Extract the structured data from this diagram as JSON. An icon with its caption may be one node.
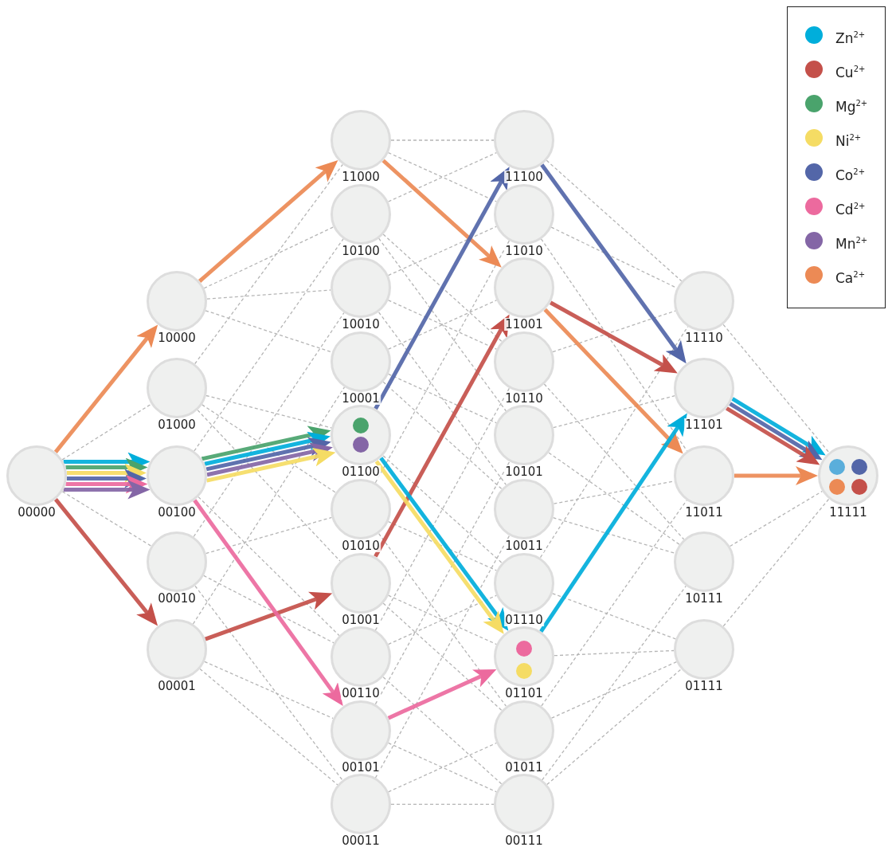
{
  "diagram": {
    "nodes": [
      {
        "text": [
          "00000"
        ]
      },
      {
        "text": [
          "10000"
        ]
      },
      {
        "text": [
          "01000"
        ]
      },
      {
        "text": [
          "00100"
        ]
      },
      {
        "text": [
          "00010"
        ]
      },
      {
        "text": [
          "00001"
        ]
      },
      {
        "text": [
          "11000"
        ]
      },
      {
        "text": [
          "10100"
        ]
      },
      {
        "text": [
          "10010"
        ]
      },
      {
        "text": [
          "10001"
        ]
      },
      {
        "text": [
          "01100"
        ]
      },
      {
        "text": [
          "01010"
        ]
      },
      {
        "text": [
          "01001"
        ]
      },
      {
        "text": [
          "00110"
        ]
      },
      {
        "text": [
          "00101"
        ]
      },
      {
        "text": [
          "00011"
        ]
      },
      {
        "text": [
          "11100"
        ]
      },
      {
        "text": [
          "11010"
        ]
      },
      {
        "text": [
          "11001"
        ]
      },
      {
        "text": [
          "10110"
        ]
      },
      {
        "text": [
          "10101"
        ]
      },
      {
        "text": [
          "10011"
        ]
      },
      {
        "text": [
          "01110"
        ]
      },
      {
        "text": [
          "01101"
        ]
      },
      {
        "text": [
          "01011"
        ]
      },
      {
        "text": [
          "00111"
        ]
      },
      {
        "text": [
          "11110"
        ]
      },
      {
        "text": [
          "11101"
        ]
      },
      {
        "text": [
          "11011"
        ]
      },
      {
        "text": [
          "10111"
        ]
      },
      {
        "text": [
          "01111"
        ]
      },
      {
        "text": [
          "11111"
        ]
      },
      {
        "text": [],
        "shape": "circle",
        "in": 10
      },
      {
        "text": [],
        "shape": "circle",
        "in": 10
      },
      {
        "text": [],
        "shape": "circle",
        "in": 23
      },
      {
        "text": [],
        "shape": "circle",
        "in": 23
      },
      {
        "text": [],
        "shape": "circle",
        "in": 31
      },
      {
        "text": [],
        "shape": "circle",
        "in": 31
      },
      {
        "text": [],
        "shape": "circle",
        "in": 31
      },
      {
        "text": [],
        "shape": "circle",
        "in": 31
      }
    ],
    "edges": [
      {
        "from": 0,
        "to": 2,
        "arrow": "none",
        "style": "dashed"
      },
      {
        "from": 0,
        "to": 4,
        "arrow": "none",
        "style": "dashed"
      },
      {
        "from": 1,
        "to": 7,
        "arrow": "none",
        "style": "dashed"
      },
      {
        "from": 1,
        "to": 8,
        "arrow": "none",
        "style": "dashed"
      },
      {
        "from": 1,
        "to": 9,
        "arrow": "none",
        "style": "dashed"
      },
      {
        "from": 2,
        "to": 6,
        "arrow": "none",
        "style": "dashed"
      },
      {
        "from": 2,
        "to": 10,
        "arrow": "none",
        "style": "dashed"
      },
      {
        "from": 2,
        "to": 11,
        "arrow": "none",
        "style": "dashed"
      },
      {
        "from": 2,
        "to": 12,
        "arrow": "none",
        "style": "dashed"
      },
      {
        "from": 3,
        "to": 7,
        "arrow": "none",
        "style": "dashed"
      },
      {
        "from": 3,
        "to": 13,
        "arrow": "none",
        "style": "dashed"
      },
      {
        "from": 4,
        "to": 8,
        "arrow": "none",
        "style": "dashed"
      },
      {
        "from": 4,
        "to": 11,
        "arrow": "none",
        "style": "dashed"
      },
      {
        "from": 4,
        "to": 13,
        "arrow": "none",
        "style": "dashed"
      },
      {
        "from": 4,
        "to": 15,
        "arrow": "none",
        "style": "dashed"
      },
      {
        "from": 5,
        "to": 9,
        "arrow": "none",
        "style": "dashed"
      },
      {
        "from": 5,
        "to": 14,
        "arrow": "none",
        "style": "dashed"
      },
      {
        "from": 5,
        "to": 15,
        "arrow": "none",
        "style": "dashed"
      },
      {
        "from": 6,
        "to": 16,
        "arrow": "none",
        "style": "dashed"
      },
      {
        "from": 6,
        "to": 17,
        "arrow": "none",
        "style": "dashed"
      },
      {
        "from": 7,
        "to": 16,
        "arrow": "none",
        "style": "dashed"
      },
      {
        "from": 7,
        "to": 19,
        "arrow": "none",
        "style": "dashed"
      },
      {
        "from": 7,
        "to": 20,
        "arrow": "none",
        "style": "dashed"
      },
      {
        "from": 8,
        "to": 17,
        "arrow": "none",
        "style": "dashed"
      },
      {
        "from": 8,
        "to": 19,
        "arrow": "none",
        "style": "dashed"
      },
      {
        "from": 8,
        "to": 21,
        "arrow": "none",
        "style": "dashed"
      },
      {
        "from": 9,
        "to": 18,
        "arrow": "none",
        "style": "dashed"
      },
      {
        "from": 9,
        "to": 20,
        "arrow": "none",
        "style": "dashed"
      },
      {
        "from": 9,
        "to": 21,
        "arrow": "none",
        "style": "dashed"
      },
      {
        "from": 10,
        "to": 22,
        "arrow": "none",
        "style": "dashed"
      },
      {
        "from": 11,
        "to": 17,
        "arrow": "none",
        "style": "dashed"
      },
      {
        "from": 11,
        "to": 22,
        "arrow": "none",
        "style": "dashed"
      },
      {
        "from": 11,
        "to": 24,
        "arrow": "none",
        "style": "dashed"
      },
      {
        "from": 12,
        "to": 23,
        "arrow": "none",
        "style": "dashed"
      },
      {
        "from": 12,
        "to": 24,
        "arrow": "none",
        "style": "dashed"
      },
      {
        "from": 13,
        "to": 19,
        "arrow": "none",
        "style": "dashed"
      },
      {
        "from": 13,
        "to": 22,
        "arrow": "none",
        "style": "dashed"
      },
      {
        "from": 13,
        "to": 25,
        "arrow": "none",
        "style": "dashed"
      },
      {
        "from": 14,
        "to": 20,
        "arrow": "none",
        "style": "dashed"
      },
      {
        "from": 14,
        "to": 25,
        "arrow": "none",
        "style": "dashed"
      },
      {
        "from": 15,
        "to": 21,
        "arrow": "none",
        "style": "dashed"
      },
      {
        "from": 15,
        "to": 24,
        "arrow": "none",
        "style": "dashed"
      },
      {
        "from": 15,
        "to": 25,
        "arrow": "none",
        "style": "dashed"
      },
      {
        "from": 16,
        "to": 26,
        "arrow": "none",
        "style": "dashed"
      },
      {
        "from": 17,
        "to": 26,
        "arrow": "none",
        "style": "dashed"
      },
      {
        "from": 17,
        "to": 28,
        "arrow": "none",
        "style": "dashed"
      },
      {
        "from": 19,
        "to": 26,
        "arrow": "none",
        "style": "dashed"
      },
      {
        "from": 19,
        "to": 29,
        "arrow": "none",
        "style": "dashed"
      },
      {
        "from": 20,
        "to": 27,
        "arrow": "none",
        "style": "dashed"
      },
      {
        "from": 20,
        "to": 29,
        "arrow": "none",
        "style": "dashed"
      },
      {
        "from": 21,
        "to": 28,
        "arrow": "none",
        "style": "dashed"
      },
      {
        "from": 21,
        "to": 29,
        "arrow": "none",
        "style": "dashed"
      },
      {
        "from": 22,
        "to": 26,
        "arrow": "none",
        "style": "dashed"
      },
      {
        "from": 22,
        "to": 30,
        "arrow": "none",
        "style": "dashed"
      },
      {
        "from": 23,
        "to": 30,
        "arrow": "none",
        "style": "dashed"
      },
      {
        "from": 24,
        "to": 28,
        "arrow": "none",
        "style": "dashed"
      },
      {
        "from": 24,
        "to": 30,
        "arrow": "none",
        "style": "dashed"
      },
      {
        "from": 25,
        "to": 29,
        "arrow": "none",
        "style": "dashed"
      },
      {
        "from": 25,
        "to": 30,
        "arrow": "none",
        "style": "dashed"
      },
      {
        "from": 26,
        "to": 31,
        "arrow": "none",
        "style": "dashed"
      },
      {
        "from": 29,
        "to": 31,
        "arrow": "none",
        "style": "dashed"
      },
      {
        "from": 30,
        "to": 31,
        "arrow": "none",
        "style": "dashed"
      },
      {
        "from": 0,
        "to": 3,
        "arrow": "to",
        "style": "thick",
        "color": "#00aedb"
      },
      {
        "from": 0,
        "to": 3,
        "arrow": "to",
        "style": "thick",
        "color": "#4aa36c"
      },
      {
        "from": 0,
        "to": 3,
        "arrow": "to",
        "style": "thick",
        "color": "#f5dc64"
      },
      {
        "from": 0,
        "to": 3,
        "arrow": "to",
        "style": "thick",
        "color": "#5366a8"
      },
      {
        "from": 0,
        "to": 3,
        "arrow": "to",
        "style": "thick",
        "color": "#ec6a9e"
      },
      {
        "from": 0,
        "to": 3,
        "arrow": "to",
        "style": "thick",
        "color": "#8466a6"
      },
      {
        "from": 3,
        "to": 10,
        "arrow": "to",
        "style": "thick",
        "color": "#4aa36c"
      },
      {
        "from": 3,
        "to": 10,
        "arrow": "to",
        "style": "thick",
        "color": "#00aedb"
      },
      {
        "from": 3,
        "to": 10,
        "arrow": "to",
        "style": "thick",
        "color": "#5366a8"
      },
      {
        "from": 3,
        "to": 10,
        "arrow": "to",
        "style": "thick",
        "color": "#8466a6"
      },
      {
        "from": 3,
        "to": 10,
        "arrow": "to",
        "style": "thick",
        "color": "#f5dc64"
      },
      {
        "from": 0,
        "to": 1,
        "arrow": "to",
        "style": "thick",
        "color": "#ec8a55"
      },
      {
        "from": 1,
        "to": 6,
        "arrow": "to",
        "style": "thick",
        "color": "#ec8a55"
      },
      {
        "from": 6,
        "to": 18,
        "arrow": "to",
        "style": "thick",
        "color": "#ec8a55"
      },
      {
        "from": 18,
        "to": 28,
        "arrow": "to",
        "style": "thick",
        "color": "#ec8a55"
      },
      {
        "from": 28,
        "to": 31,
        "arrow": "to",
        "style": "thick",
        "color": "#ec8a55"
      },
      {
        "from": 0,
        "to": 5,
        "arrow": "to",
        "style": "thick",
        "color": "#c4504a"
      },
      {
        "from": 5,
        "to": 12,
        "arrow": "to",
        "style": "thick",
        "color": "#c4504a"
      },
      {
        "from": 12,
        "to": 18,
        "arrow": "to",
        "style": "thick",
        "color": "#c4504a"
      },
      {
        "from": 18,
        "to": 27,
        "arrow": "to",
        "style": "thick",
        "color": "#c4504a"
      },
      {
        "from": 10,
        "to": 16,
        "arrow": "to",
        "style": "thick",
        "color": "#5366a8"
      },
      {
        "from": 16,
        "to": 27,
        "arrow": "to",
        "style": "thick",
        "color": "#5366a8"
      },
      {
        "from": 10,
        "to": 23,
        "arrow": "to",
        "style": "thick",
        "color": "#00aedb"
      },
      {
        "from": 10,
        "to": 23,
        "arrow": "to",
        "style": "thick",
        "color": "#f5dc64"
      },
      {
        "from": 23,
        "to": 27,
        "arrow": "to",
        "style": "thick",
        "color": "#00aedb"
      },
      {
        "from": 3,
        "to": 14,
        "arrow": "to",
        "style": "thick",
        "color": "#ec6a9e"
      },
      {
        "from": 14,
        "to": 23,
        "arrow": "to",
        "style": "thick",
        "color": "#ec6a9e"
      },
      {
        "from": 27,
        "to": 31,
        "arrow": "to",
        "style": "thick",
        "color": "#00aedb"
      },
      {
        "from": 27,
        "to": 31,
        "arrow": "to",
        "style": "thick",
        "color": "#5366a8"
      },
      {
        "from": 27,
        "to": 31,
        "arrow": "to",
        "style": "thick",
        "color": "#c4504a"
      }
    ],
    "legend": [
      {
        "text": "Zn$^{2+}$",
        "color": "#00aedb"
      },
      {
        "text": "Cu$^{2+}$",
        "color": "#c4504a"
      },
      {
        "text": "Mg$^{2+}$",
        "color": "#4aa36c"
      },
      {
        "text": "Ni$^{2+}$",
        "color": "#f5dc64"
      },
      {
        "text": "Co$^{2+}$",
        "color": "#5366a8"
      },
      {
        "text": "Cd$^{2+}$",
        "color": "#ec6a9e"
      },
      {
        "text": "Mn$^{2+}$",
        "color": "#8466a6"
      },
      {
        "text": "Ca$^{2+}$",
        "color": "#ec8a55"
      }
    ]
  }
}
